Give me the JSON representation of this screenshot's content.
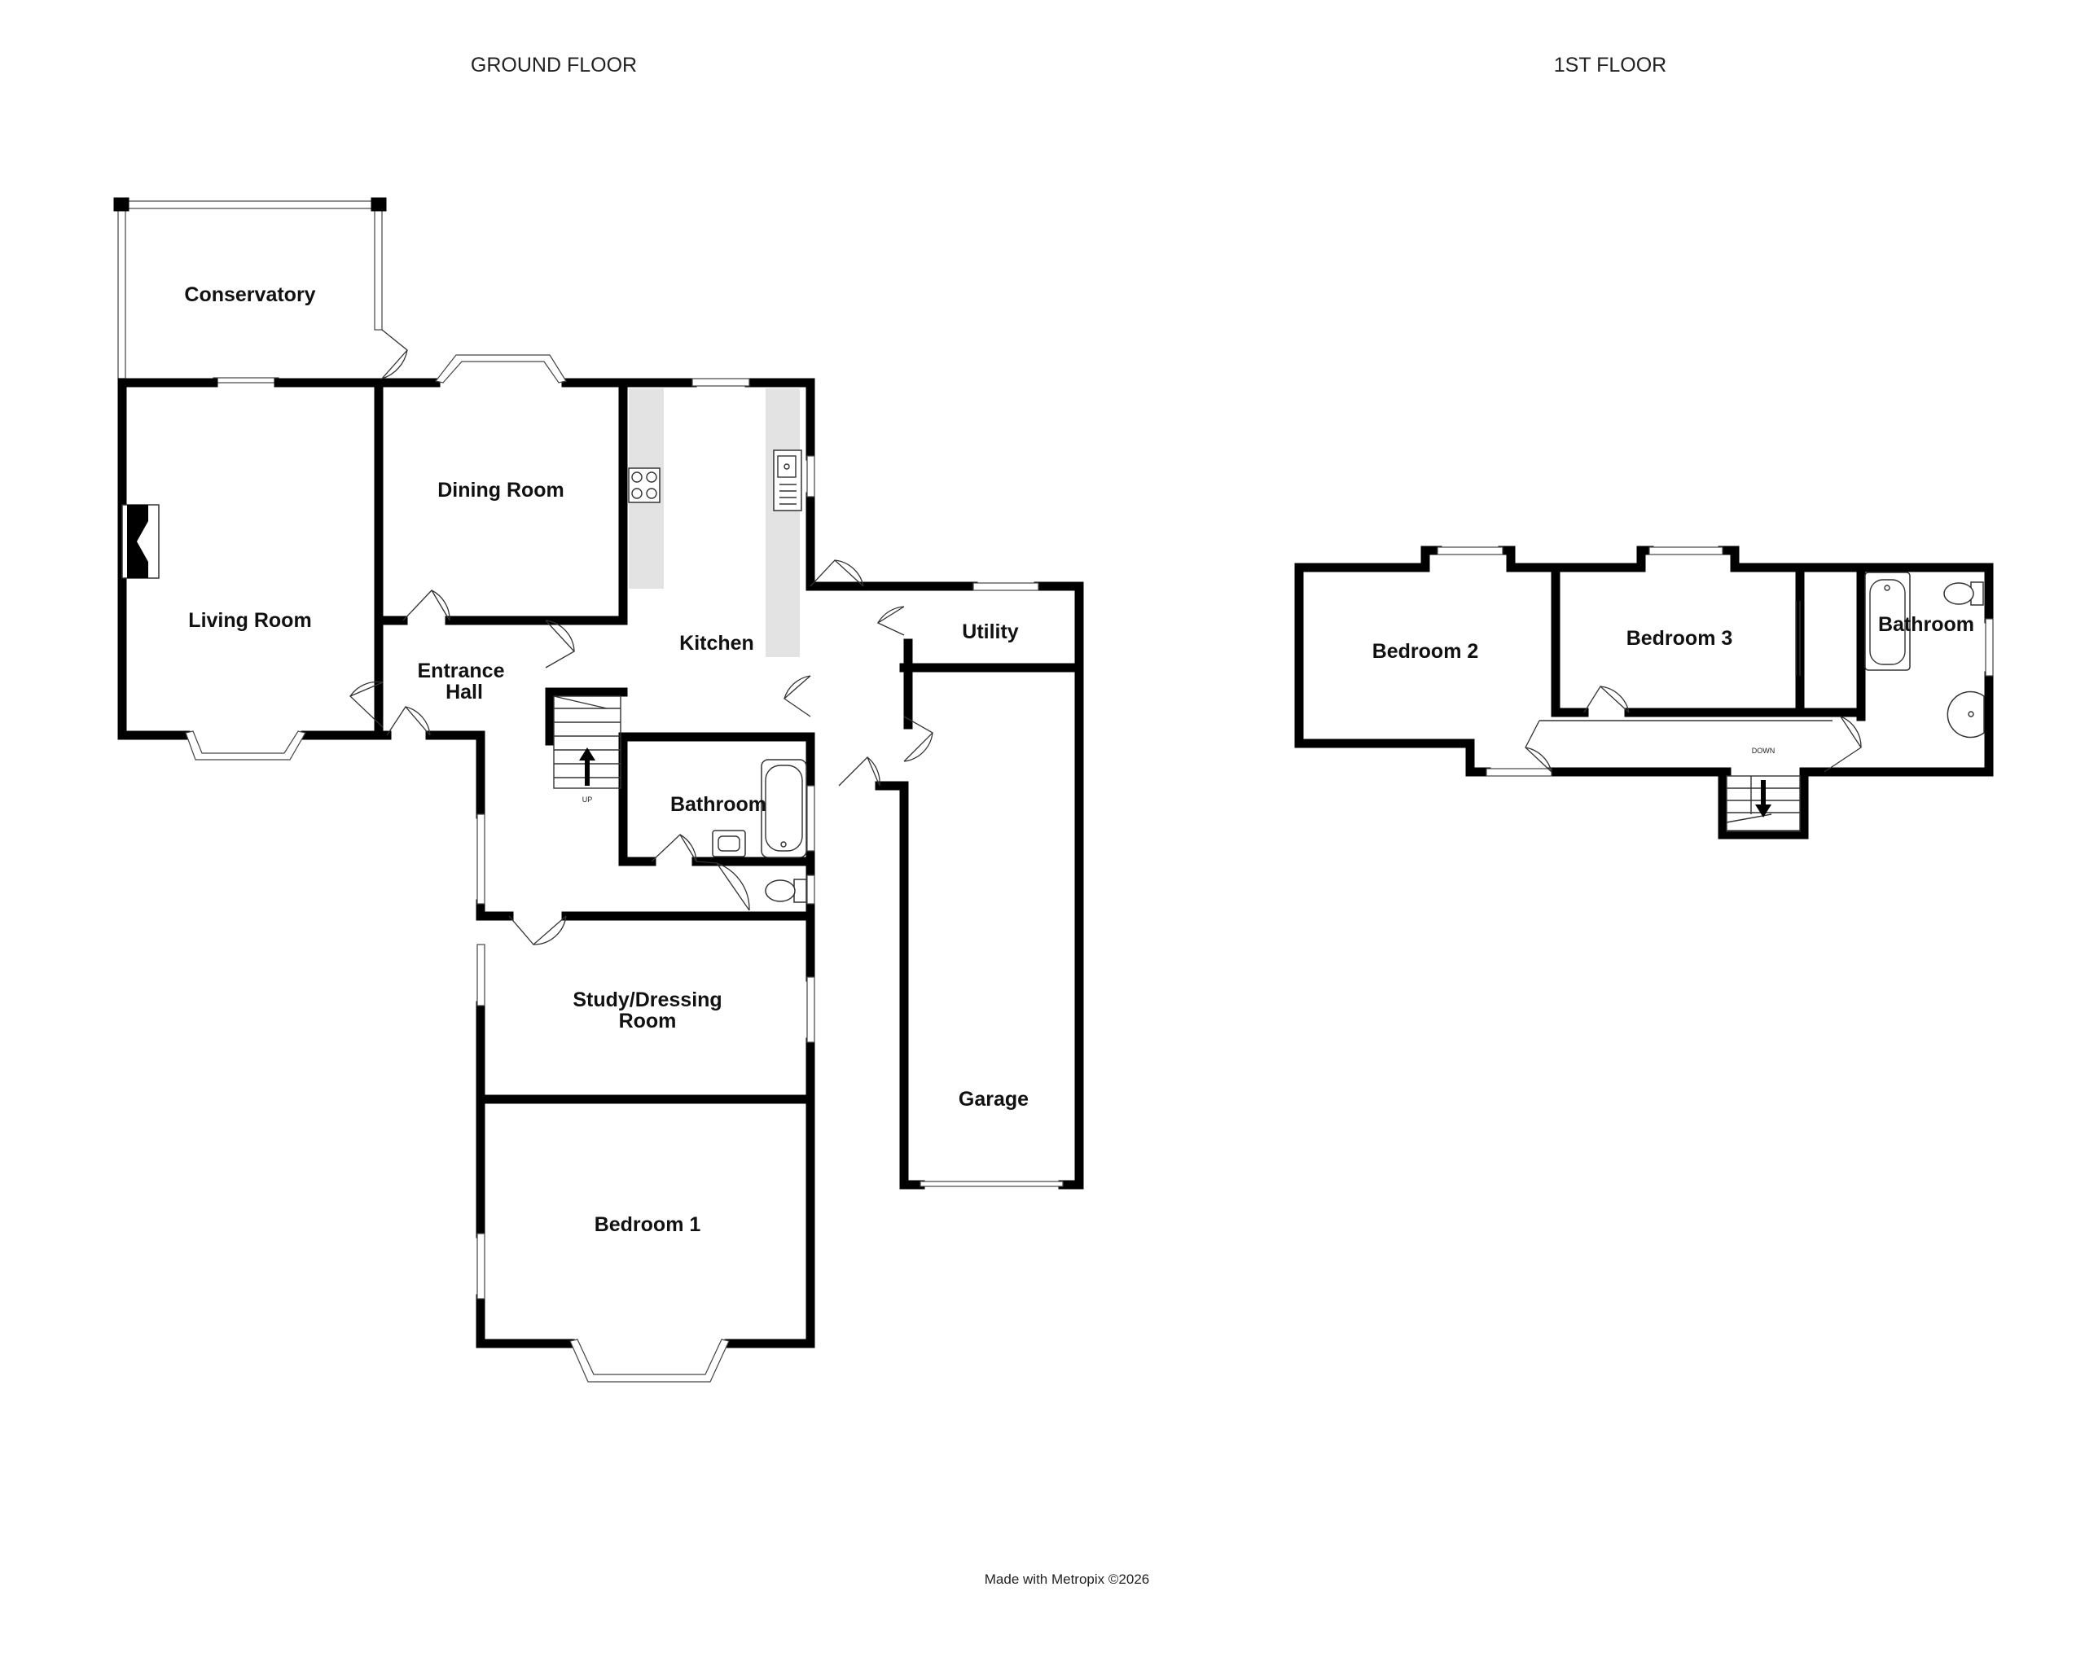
{
  "floors": {
    "ground": {
      "title": "GROUND FLOOR",
      "rooms": {
        "conservatory": "Conservatory",
        "living_room": "Living Room",
        "dining_room": "Dining Room",
        "kitchen": "Kitchen",
        "entrance_hall": [
          "Entrance",
          "Hall"
        ],
        "utility": "Utility",
        "bathroom": "Bathroom",
        "study": [
          "Study/Dressing",
          "Room"
        ],
        "garage": "Garage",
        "bedroom_1": "Bedroom 1"
      },
      "stair_label": "UP"
    },
    "first": {
      "title": "1ST FLOOR",
      "rooms": {
        "bedroom_2": "Bedroom 2",
        "bedroom_3": "Bedroom 3",
        "bathroom": "Bathroom"
      },
      "stair_label": "DOWN"
    }
  },
  "footer": {
    "credit": "Made with Metropix ©2026"
  }
}
